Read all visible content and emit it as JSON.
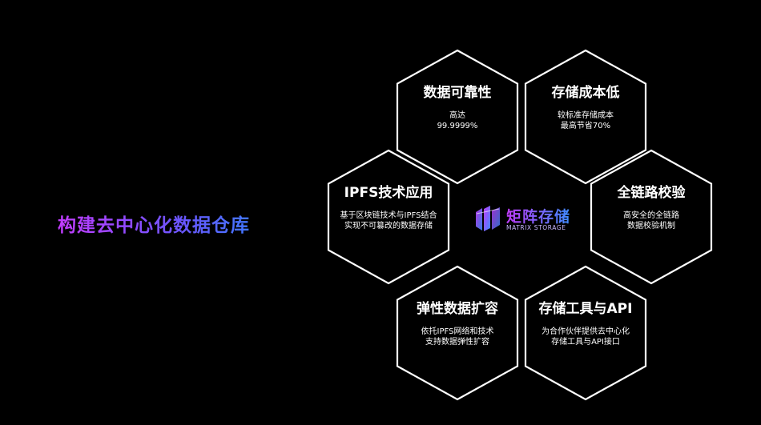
{
  "headline": "构建去中心化数据仓库",
  "logo": {
    "name": "矩阵存储",
    "subtitle": "MATRIX STORAGE",
    "colors": [
      "#c23cff",
      "#3d8bff"
    ]
  },
  "hexagons": [
    {
      "title": "数据可靠性",
      "lines": [
        "高达",
        "99.9999%"
      ]
    },
    {
      "title": "存储成本低",
      "lines": [
        "较标准存储成本",
        "最高节省70%"
      ]
    },
    {
      "title": "IPFS技术应用",
      "lines": [
        "基于区块链技术与IPFS结合",
        "实现不可篡改的数据存储"
      ]
    },
    {
      "title": "全链路校验",
      "lines": [
        "高安全的全链路",
        "数据校验机制"
      ]
    },
    {
      "title": "弹性数据扩容",
      "lines": [
        "依托IPFS网络和技术",
        "支持数据弹性扩容"
      ]
    },
    {
      "title": "存储工具与API",
      "lines": [
        "为合作伙伴提供去中心化",
        "存储工具与API接口"
      ]
    }
  ]
}
